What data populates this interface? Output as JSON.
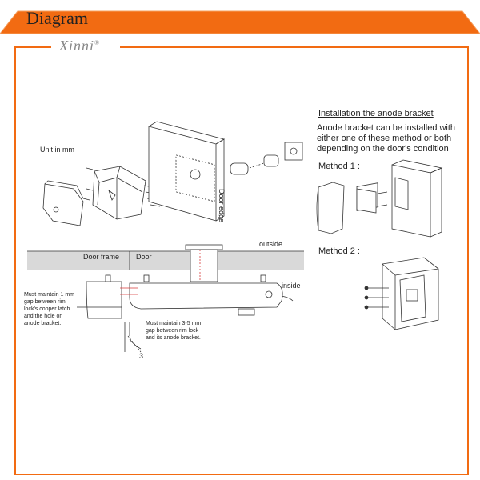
{
  "header": {
    "title": "Diagram"
  },
  "brand": {
    "logo_text": "Xinni",
    "registered_mark": "®"
  },
  "exploded_view": {
    "unit_label": "Unit in mm",
    "door_edge_label": "Door edge"
  },
  "install_view": {
    "outside_label": "outside",
    "door_frame_label": "Door frame",
    "door_label": "Door",
    "inside_label": "inside",
    "note_left": [
      "Must maintain 1 mm",
      "gap between rim",
      "lock's copper latch",
      "and the hole on",
      "anode bracket."
    ],
    "note_right": [
      "Must maintain 3-5 mm",
      "gap between rim lock",
      "and its anode bracket."
    ],
    "angle_label": "3"
  },
  "anode_bracket": {
    "title": "Installation the anode bracket",
    "description": [
      "Anode bracket can be installed with",
      "either one of these method or both",
      "depending on the door's condition"
    ],
    "method1_label": "Method 1 :",
    "method2_label": "Method 2 :"
  },
  "colors": {
    "accent": "#f26b12",
    "header_bg": "#f26b12",
    "text": "#222222",
    "wall": "#d9d9d9",
    "highlight": "#d83a3a"
  }
}
